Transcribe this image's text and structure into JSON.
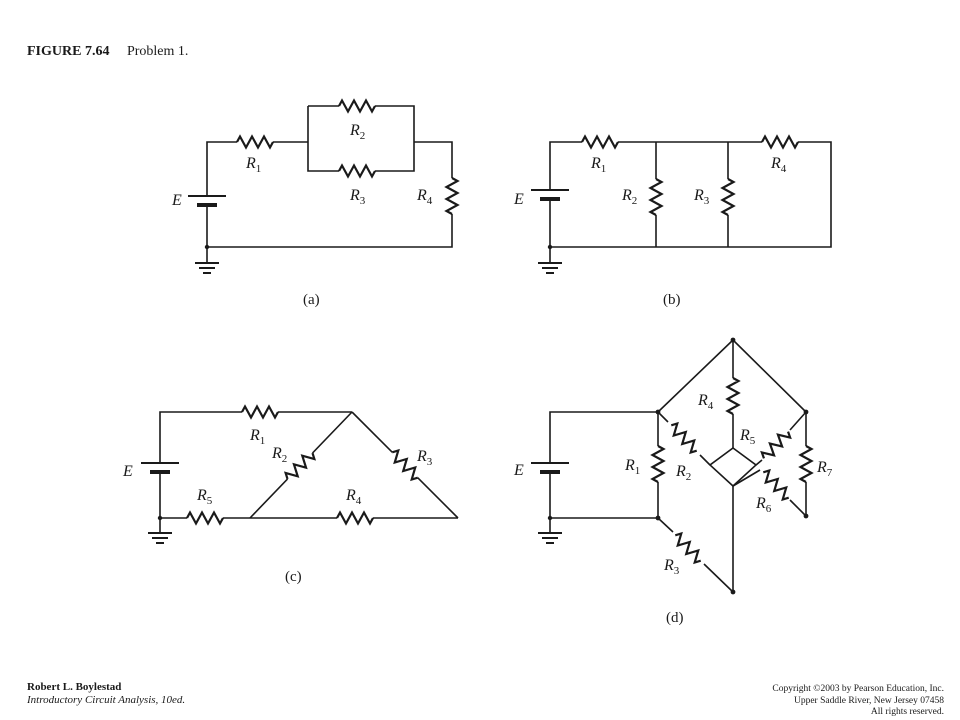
{
  "figure": {
    "number": "FIGURE 7.64",
    "caption": "Problem 1."
  },
  "circuits": {
    "a": {
      "label": "(a)",
      "source": "E",
      "resistors": [
        "R1",
        "R2",
        "R3",
        "R4"
      ]
    },
    "b": {
      "label": "(b)",
      "source": "E",
      "resistors": [
        "R1",
        "R2",
        "R3",
        "R4"
      ]
    },
    "c": {
      "label": "(c)",
      "source": "E",
      "resistors": [
        "R1",
        "R2",
        "R3",
        "R4",
        "R5"
      ]
    },
    "d": {
      "label": "(d)",
      "source": "E",
      "resistors": [
        "R1",
        "R2",
        "R3",
        "R4",
        "R5",
        "R6",
        "R7"
      ]
    }
  },
  "footer": {
    "author": "Robert L. Boylestad",
    "book": "Introductory Circuit Analysis, 10ed.",
    "copyright_line1": "Copyright ©2003 by Pearson Education, Inc.",
    "copyright_line2": "Upper Saddle River, New Jersey 07458",
    "copyright_line3": "All rights reserved."
  }
}
